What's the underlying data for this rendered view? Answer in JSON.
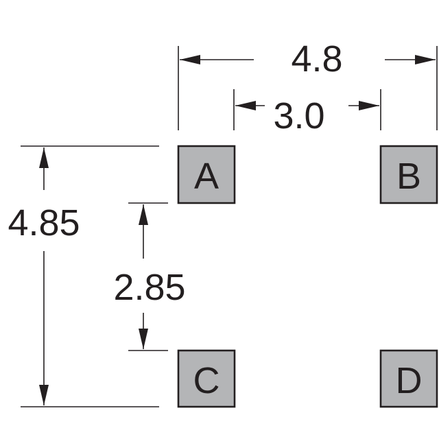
{
  "pads": [
    {
      "label": "A"
    },
    {
      "label": "B"
    },
    {
      "label": "C"
    },
    {
      "label": "D"
    }
  ],
  "dimensions": {
    "overall_width": "4.8",
    "inner_width": "3.0",
    "overall_height": "4.85",
    "inner_height": "2.85"
  },
  "colors": {
    "pad_fill": "#b4b5b7",
    "line": "#231f20",
    "background": "#ffffff"
  }
}
